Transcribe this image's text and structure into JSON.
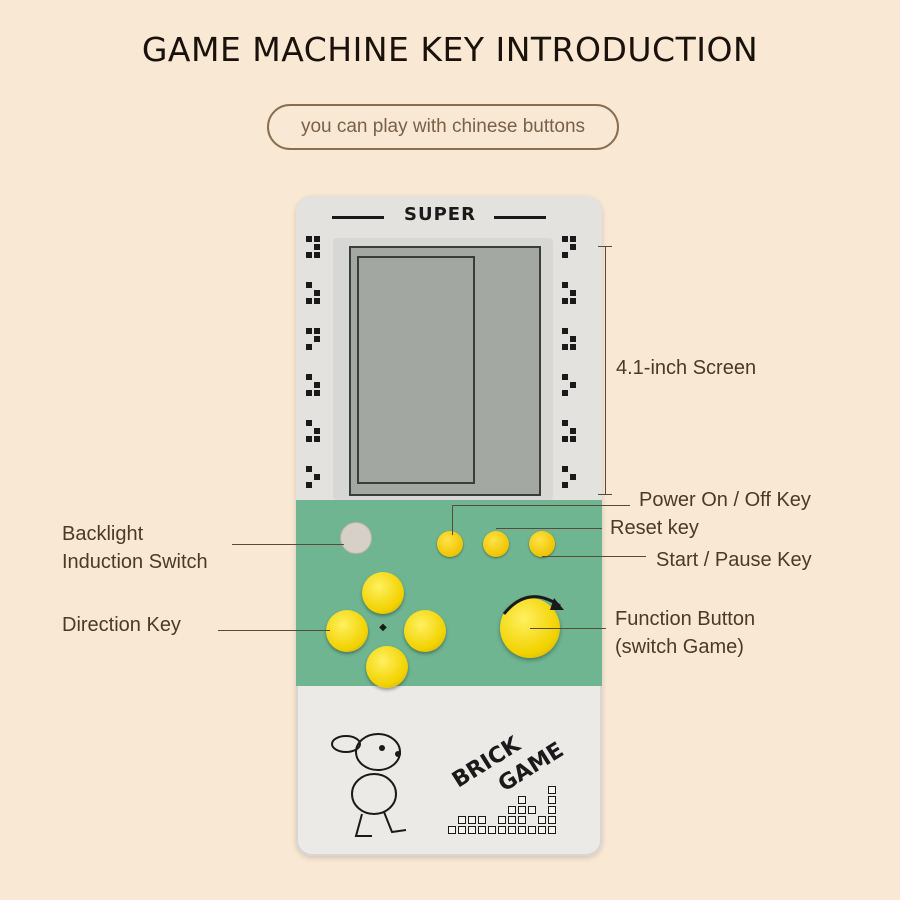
{
  "title": "GAME MACHINE KEY INTRODUCTION",
  "subtitle": "you can play with chinese buttons",
  "console": {
    "brand": "SUPER",
    "logo_line1": "BRICK",
    "logo_line2": "GAME"
  },
  "labels": {
    "screen": "4.1-inch Screen",
    "power": "Power On / Off Key",
    "reset": "Reset key",
    "start": "Start / Pause Key",
    "backlight_line1": "Backlight",
    "backlight_line2": "Induction Switch",
    "direction": "Direction Key",
    "function_line1": "Function Button",
    "function_line2": "(switch Game)"
  },
  "colors": {
    "background": "#f8e8d4",
    "button_yellow": "#f2d200",
    "board_green": "#6fb591",
    "lcd": "#a4a8a2"
  }
}
